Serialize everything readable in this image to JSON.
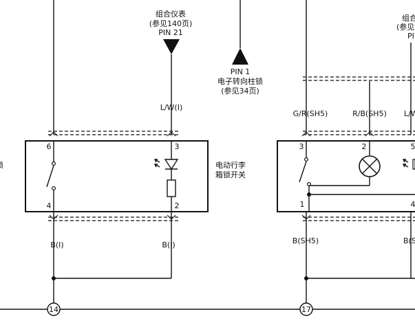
{
  "left_connector": {
    "ref": {
      "line1": "组合仪表",
      "line2": "(参见140页)",
      "pin": "PIN 21"
    },
    "wire_top": "L/W(I)",
    "switch_label": {
      "line1": "电动行李",
      "line2": "箱锁开关"
    },
    "pins": {
      "p6": "6",
      "p4": "4",
      "p3": "3",
      "p2": "2"
    },
    "wire_bottom_left": "B(I)",
    "wire_bottom_right": "B(I)",
    "ground": "14"
  },
  "center_ref": {
    "pin": "PIN 1",
    "line1": "电子转向柱锁",
    "line2": "(参见34页)"
  },
  "right_connector": {
    "ref": {
      "line1": "组合",
      "line2": "(参见",
      "pin": "PIN"
    },
    "wires_top": [
      "G/R(SH5)",
      "R/B(SH5)",
      "L/W"
    ],
    "pins": {
      "p3": "3",
      "p2": "2",
      "p5": "5",
      "p1": "1",
      "p4": "4"
    },
    "wire_bottom_left": "B(SH5)",
    "wire_bottom_right": "B(S",
    "ground": "17"
  },
  "edge_fragment": "锁"
}
